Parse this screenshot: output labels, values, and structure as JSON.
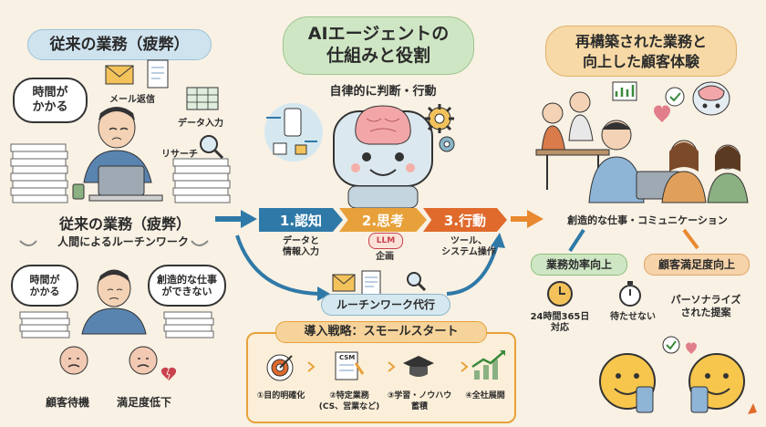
{
  "left": {
    "title": "従来の業務（疲弊）",
    "bubble_time": "時間が\nかかる",
    "task_mail": "メール返信",
    "task_data": "データ入力",
    "task_research": "リサーチ",
    "subtitle": "従来の業務（疲弊）",
    "manual_work": "人間によるルーチンワーク",
    "bubble_time2": "時間が\nかかる",
    "bubble_creative": "創造的な仕事\nができない",
    "wait": "顧客待機",
    "satisfaction_down": "満足度低下"
  },
  "center": {
    "title": "AIエージェントの\n仕組みと役割",
    "autonomous": "自律的に判断・行動",
    "steps": [
      {
        "label": "1.認知",
        "desc": "データと\n情報入力"
      },
      {
        "label": "2.思考",
        "desc": "企画",
        "badge": "LLM"
      },
      {
        "label": "3.行動",
        "desc": "ツール、\nシステム操作"
      }
    ],
    "routine": "ルーチンワーク代行",
    "strategy_title": "導入戦略：スモールスタート",
    "strategy_steps": [
      {
        "label": "①目的明確化"
      },
      {
        "label": "②特定業務\n(CS、営業など)",
        "badge": "CSM"
      },
      {
        "label": "③学習・ノウハウ\n蓄積"
      },
      {
        "label": "④全社展開"
      }
    ]
  },
  "right": {
    "title": "再構築された業務と\n向上した顧客体験",
    "creative": "創造的な仕事・コミュニケーション",
    "efficiency": "業務効率向上",
    "satisfaction_up": "顧客満足度向上",
    "always": "24時間365日\n対応",
    "no_wait": "待たせない",
    "personalized": "パーソナライズ\nされた提案"
  },
  "colors": {
    "step1": "#2f79a8",
    "step2": "#e8a13a",
    "step3": "#e06a2c",
    "left_header": "#cfe3ef",
    "center_header": "#cfe6c4",
    "right_header": "#f6d9a6",
    "green_pill": "#cfe6c4",
    "orange_pill": "#f6d3a8"
  }
}
